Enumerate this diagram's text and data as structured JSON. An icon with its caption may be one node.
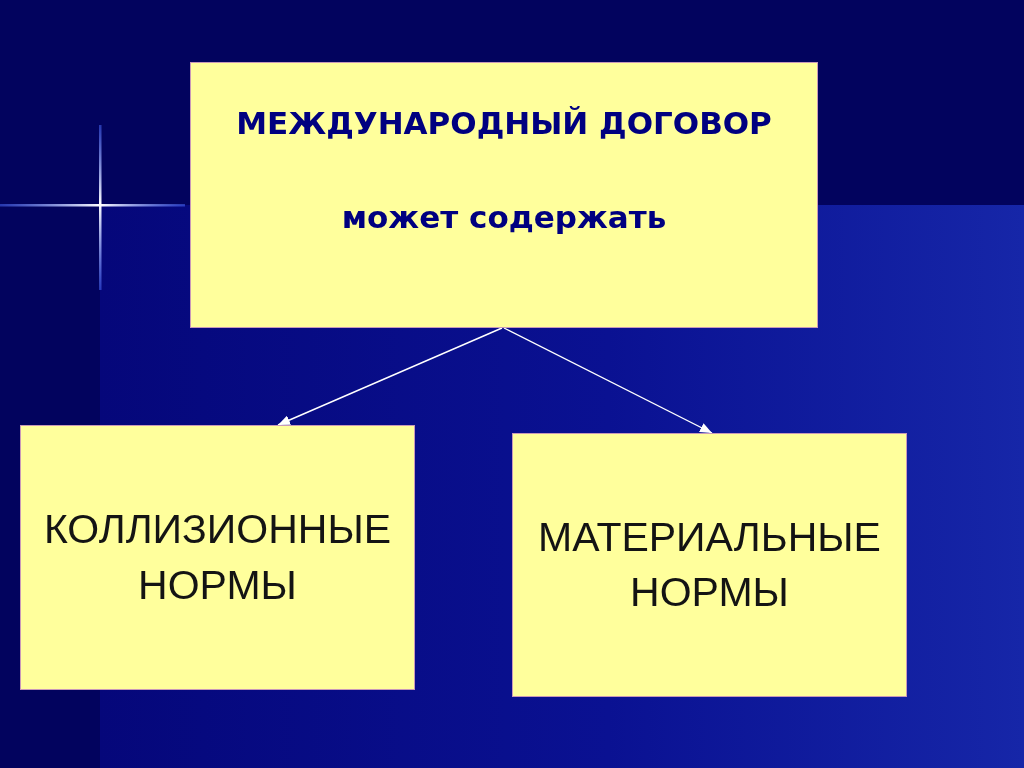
{
  "diagram": {
    "nodes": [
      {
        "text": [
          "МЕЖДУНАРОДНЫЙ ДОГОВОР",
          "может содержать"
        ]
      },
      {
        "text": [
          "КОЛЛИЗИОННЫЕ НОРМЫ"
        ]
      },
      {
        "text": [
          "МАТЕРИАЛЬНЫЕ НОРМЫ"
        ]
      }
    ],
    "edges": [
      {
        "from": 0,
        "to": 1,
        "arrow": "to"
      },
      {
        "from": 0,
        "to": 2,
        "arrow": "to"
      }
    ]
  }
}
